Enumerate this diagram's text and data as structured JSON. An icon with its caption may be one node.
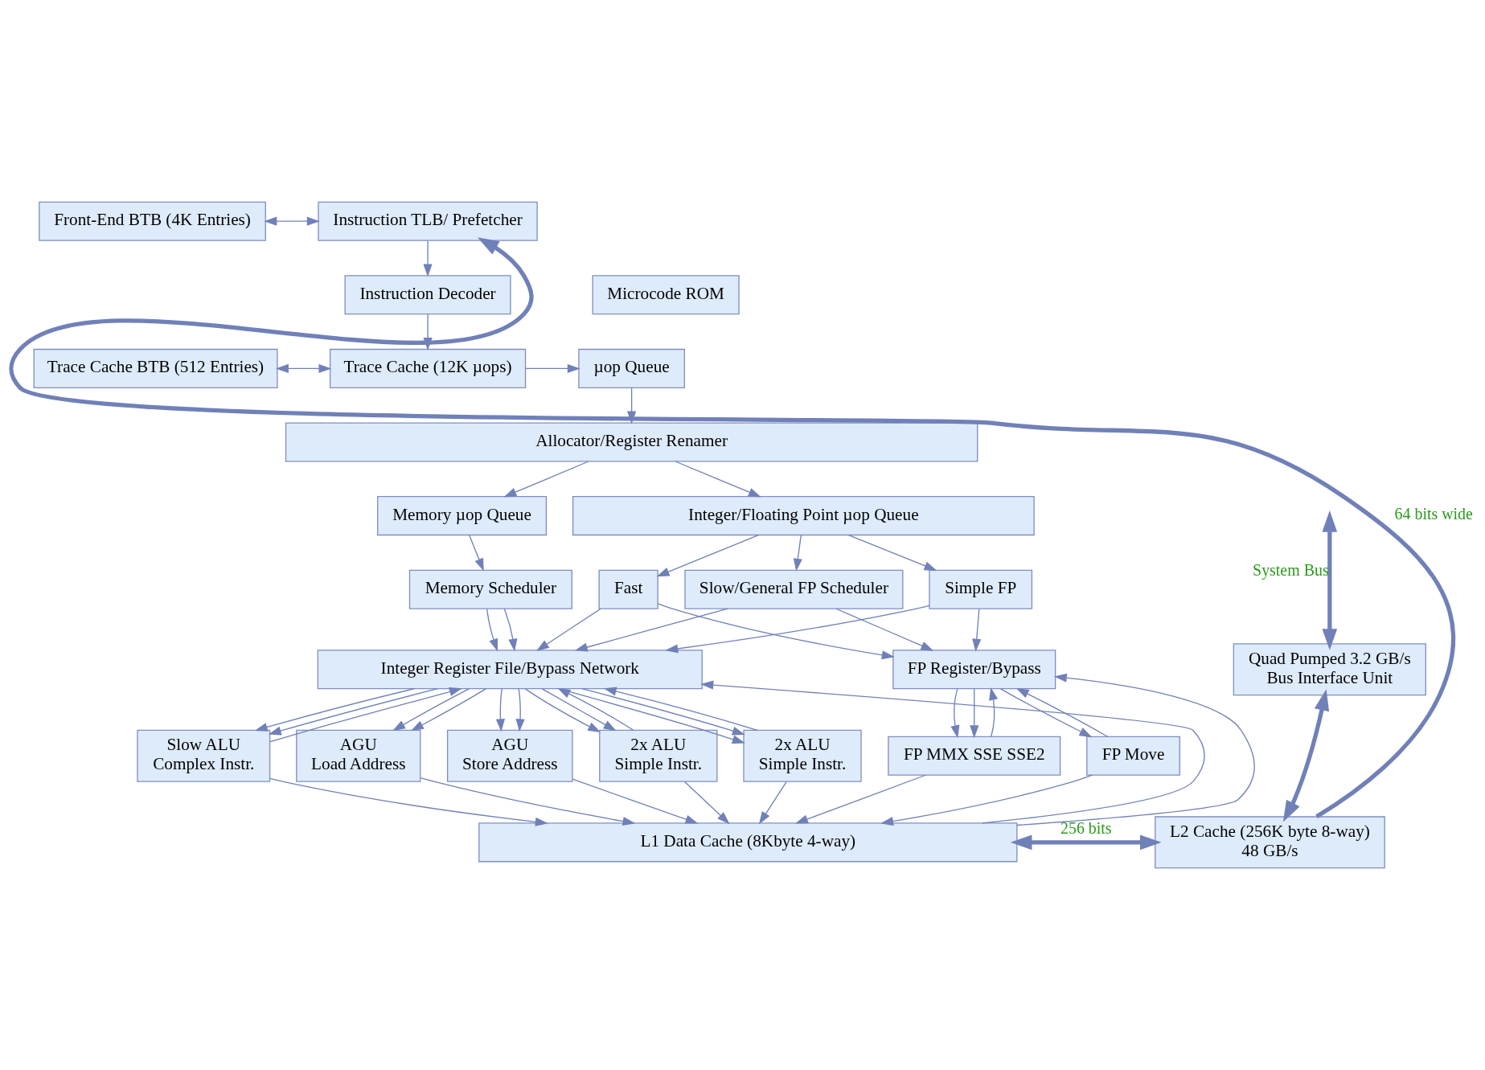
{
  "diagram": {
    "nodes": [
      {
        "text": [
          "Front-End BTB (4K Entries)"
        ]
      },
      {
        "text": [
          "Instruction TLB/ Prefetcher"
        ]
      },
      {
        "text": [
          "Instruction Decoder"
        ]
      },
      {
        "text": [
          "Microcode ROM"
        ]
      },
      {
        "text": [
          "µop Queue"
        ]
      },
      {
        "text": [
          "Trace Cache BTB (512 Entries)"
        ]
      },
      {
        "text": [
          "Trace Cache (12K µops)"
        ]
      },
      {
        "text": [
          "Allocator/Register Renamer"
        ]
      },
      {
        "text": [
          "Memory µop Queue"
        ]
      },
      {
        "text": [
          "Integer/Floating Point µop Queue"
        ]
      },
      {
        "text": [
          "Memory Scheduler"
        ]
      },
      {
        "text": [
          "Fast"
        ]
      },
      {
        "text": [
          "Slow/General FP Scheduler"
        ]
      },
      {
        "text": [
          "Simple FP"
        ]
      },
      {
        "text": [
          "Integer Register File/Bypass Network"
        ]
      },
      {
        "text": [
          "FP Register/Bypass"
        ]
      },
      {
        "text": [
          "AGU",
          "Load Address"
        ]
      },
      {
        "text": [
          "AGU",
          "Store Address"
        ]
      },
      {
        "text": [
          "2x ALU",
          "Simple Instr."
        ]
      },
      {
        "text": [
          "2x ALU",
          "Simple Instr."
        ]
      },
      {
        "text": [
          "Slow ALU",
          "Complex Instr."
        ]
      },
      {
        "text": [
          "FP MMX SSE SSE2"
        ]
      },
      {
        "text": [
          "FP Move"
        ]
      },
      {
        "text": [
          "L1 Data Cache (8Kbyte 4-way)"
        ]
      },
      {
        "text": [
          "Quad Pumped 3.2 GB/s",
          "Bus Interface Unit"
        ]
      },
      {
        "text": [
          "L2 Cache (256K byte 8-way)",
          "48 GB/s"
        ]
      }
    ],
    "edges": [
      {
        "from": 0,
        "to": 1,
        "arrow": "both"
      },
      {
        "from": 1,
        "to": 2,
        "arrow": "to"
      },
      {
        "from": 2,
        "to": 6,
        "arrow": "to"
      },
      {
        "from": 5,
        "to": 6,
        "arrow": "both"
      },
      {
        "from": 6,
        "to": 4,
        "arrow": "to"
      },
      {
        "from": 4,
        "to": 7,
        "arrow": "to"
      },
      {
        "from": 7,
        "to": 8,
        "arrow": "to"
      },
      {
        "from": 7,
        "to": 9,
        "arrow": "to"
      },
      {
        "from": 8,
        "to": 10,
        "arrow": "to"
      },
      {
        "from": 9,
        "to": 11,
        "arrow": "to"
      },
      {
        "from": 9,
        "to": 12,
        "arrow": "to"
      },
      {
        "from": 9,
        "to": 13,
        "arrow": "to"
      },
      {
        "from": 10,
        "to": 14,
        "arrow": "to"
      },
      {
        "from": 10,
        "to": 14,
        "arrow": "to"
      },
      {
        "from": 11,
        "to": 14,
        "arrow": "to"
      },
      {
        "from": 11,
        "to": 15,
        "arrow": "to"
      },
      {
        "from": 12,
        "to": 14,
        "arrow": "to"
      },
      {
        "from": 12,
        "to": 15,
        "arrow": "to"
      },
      {
        "from": 13,
        "to": 14,
        "arrow": "to"
      },
      {
        "from": 13,
        "to": 15,
        "arrow": "to"
      },
      {
        "from": 23,
        "to": 14,
        "arrow": "to"
      },
      {
        "from": 23,
        "to": 15,
        "arrow": "to"
      },
      {
        "from": 14,
        "to": 16,
        "arrow": "to"
      },
      {
        "from": 14,
        "to": 16,
        "arrow": "to"
      },
      {
        "from": 14,
        "to": 17,
        "arrow": "to"
      },
      {
        "from": 14,
        "to": 17,
        "arrow": "to"
      },
      {
        "from": 14,
        "to": 18,
        "arrow": "to"
      },
      {
        "from": 14,
        "to": 18,
        "arrow": "to"
      },
      {
        "from": 14,
        "to": 19,
        "arrow": "to"
      },
      {
        "from": 14,
        "to": 19,
        "arrow": "to"
      },
      {
        "from": 14,
        "to": 20,
        "arrow": "to"
      },
      {
        "from": 14,
        "to": 20,
        "arrow": "to"
      },
      {
        "from": 15,
        "to": 21,
        "arrow": "to"
      },
      {
        "from": 15,
        "to": 21,
        "arrow": "to"
      },
      {
        "from": 15,
        "to": 22,
        "arrow": "to"
      },
      {
        "from": 18,
        "to": 14,
        "arrow": "to"
      },
      {
        "from": 19,
        "to": 14,
        "arrow": "to"
      },
      {
        "from": 20,
        "to": 14,
        "arrow": "to"
      },
      {
        "from": 21,
        "to": 15,
        "arrow": "to"
      },
      {
        "from": 22,
        "to": 15,
        "arrow": "to"
      },
      {
        "from": 16,
        "to": 23,
        "arrow": "to"
      },
      {
        "from": 17,
        "to": 23,
        "arrow": "to"
      },
      {
        "from": 18,
        "to": 23,
        "arrow": "to"
      },
      {
        "from": 19,
        "to": 23,
        "arrow": "to"
      },
      {
        "from": 20,
        "to": 23,
        "arrow": "to"
      },
      {
        "from": 21,
        "to": 23,
        "arrow": "to"
      },
      {
        "from": 22,
        "to": 23,
        "arrow": "to"
      },
      {
        "from": 23,
        "to": 25,
        "arrow": "both",
        "label": "256 bits",
        "style": "thick"
      },
      {
        "from": 25,
        "to": 1,
        "arrow": "to",
        "label": "64 bits wide",
        "style": "thick"
      },
      {
        "from": 24,
        "to": 25,
        "arrow": "both",
        "style": "thick"
      },
      {
        "from": null,
        "to": 24,
        "arrow": "both",
        "label": "System Bus",
        "style": "thick"
      }
    ]
  }
}
